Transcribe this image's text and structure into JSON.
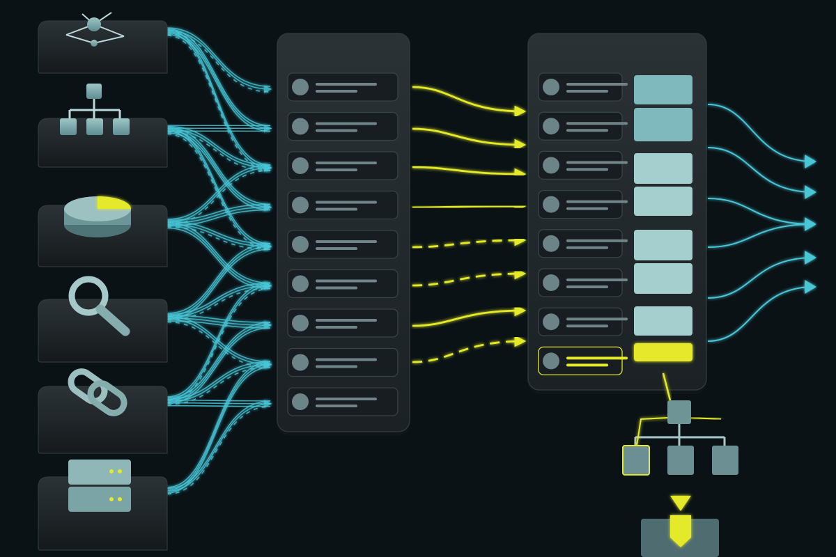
{
  "colors": {
    "background": "#0a1216",
    "cyan": "#49c6d6",
    "teal_fill": "#7fb9bd",
    "teal_fill_light": "#a5cfcf",
    "yellow": "#e4ea2a",
    "panel": "#20272b",
    "panel_edge": "#2f383d",
    "row": "#171d20",
    "row_edge": "#394348",
    "dot": "#6c8488",
    "text_line": "#6f8589"
  },
  "sources": [
    {
      "name": "source-network",
      "icon": "network-graph-icon"
    },
    {
      "name": "source-hierarchy",
      "icon": "hierarchy-icon"
    },
    {
      "name": "source-analytics",
      "icon": "pie-chart-icon"
    },
    {
      "name": "source-search",
      "icon": "magnifier-icon"
    },
    {
      "name": "source-links",
      "icon": "chain-link-icon"
    },
    {
      "name": "source-server",
      "icon": "server-icon"
    }
  ],
  "middle_panel": {
    "rows": 9,
    "row_icon": "circle-dot-icon"
  },
  "right_panel": {
    "rows": 8,
    "highlighted_rows": [
      7
    ],
    "block_states": [
      "teal",
      "teal",
      "light",
      "light",
      "light",
      "light",
      "light",
      "yellow"
    ]
  },
  "yellow_connectors": [
    {
      "style": "solid"
    },
    {
      "style": "solid"
    },
    {
      "style": "solid"
    },
    {
      "style": "solid"
    },
    {
      "style": "dashed"
    },
    {
      "style": "dashed"
    },
    {
      "style": "solid"
    },
    {
      "style": "dashed"
    }
  ],
  "outputs": {
    "count": 5,
    "arrow_icon": "arrow-right-icon"
  },
  "tree": {
    "icon": "hierarchy-icon",
    "end_icon": "arrow-down-icon"
  }
}
